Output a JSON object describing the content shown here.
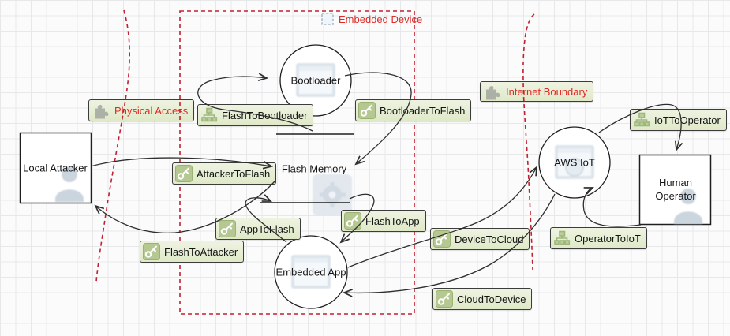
{
  "tool": "threat-model-diagram",
  "nodes": {
    "local_attacker": {
      "label": "Local Attacker",
      "type": "external-entity"
    },
    "bootloader": {
      "label": "Bootloader",
      "type": "process"
    },
    "flash_memory": {
      "label": "Flash Memory",
      "type": "data-store"
    },
    "embedded_app": {
      "label": "Embedded App",
      "type": "process"
    },
    "aws_iot": {
      "label": "AWS IoT",
      "type": "process"
    },
    "human_operator": {
      "label": "Human Operator",
      "type": "external-entity"
    }
  },
  "flows": {
    "flash_to_bootloader": {
      "label": "FlashToBootloader",
      "icon": "org-chart-icon"
    },
    "bootloader_to_flash": {
      "label": "BootloaderToFlash",
      "icon": "key-icon"
    },
    "attacker_to_flash": {
      "label": "AttackerToFlash",
      "icon": "key-icon"
    },
    "flash_to_attacker": {
      "label": "FlashToAttacker",
      "icon": "key-icon"
    },
    "app_to_flash": {
      "label": "AppToFlash",
      "icon": "key-icon"
    },
    "flash_to_app": {
      "label": "FlashToApp",
      "icon": "key-icon"
    },
    "device_to_cloud": {
      "label": "DeviceToCloud",
      "icon": "key-icon"
    },
    "cloud_to_device": {
      "label": "CloudToDevice",
      "icon": "key-icon"
    },
    "iot_to_operator": {
      "label": "IoTToOperator",
      "icon": "org-chart-icon"
    },
    "operator_to_iot": {
      "label": "OperatorToIoT",
      "icon": "org-chart-icon"
    }
  },
  "boundaries": {
    "embedded_device": {
      "label": "Embedded Device",
      "icon": "dashed-square-icon"
    },
    "physical_access": {
      "label": "Physical Access",
      "icon": "puzzle-icon"
    },
    "internet_boundary": {
      "label": "Internet Boundary",
      "icon": "puzzle-icon"
    }
  },
  "colors": {
    "boundary_line_red": "#c32031",
    "boundary_text_red": "#e02a26",
    "label_background": "#e7efd5",
    "label_border": "#3c3c3c",
    "flow_line": "#2e2e2e",
    "grid_line": "#e6e8ea",
    "icon_green": "#b6c891",
    "icon_gray": "#a2a69f",
    "shape_icon_blue": "#d9e2ea"
  }
}
